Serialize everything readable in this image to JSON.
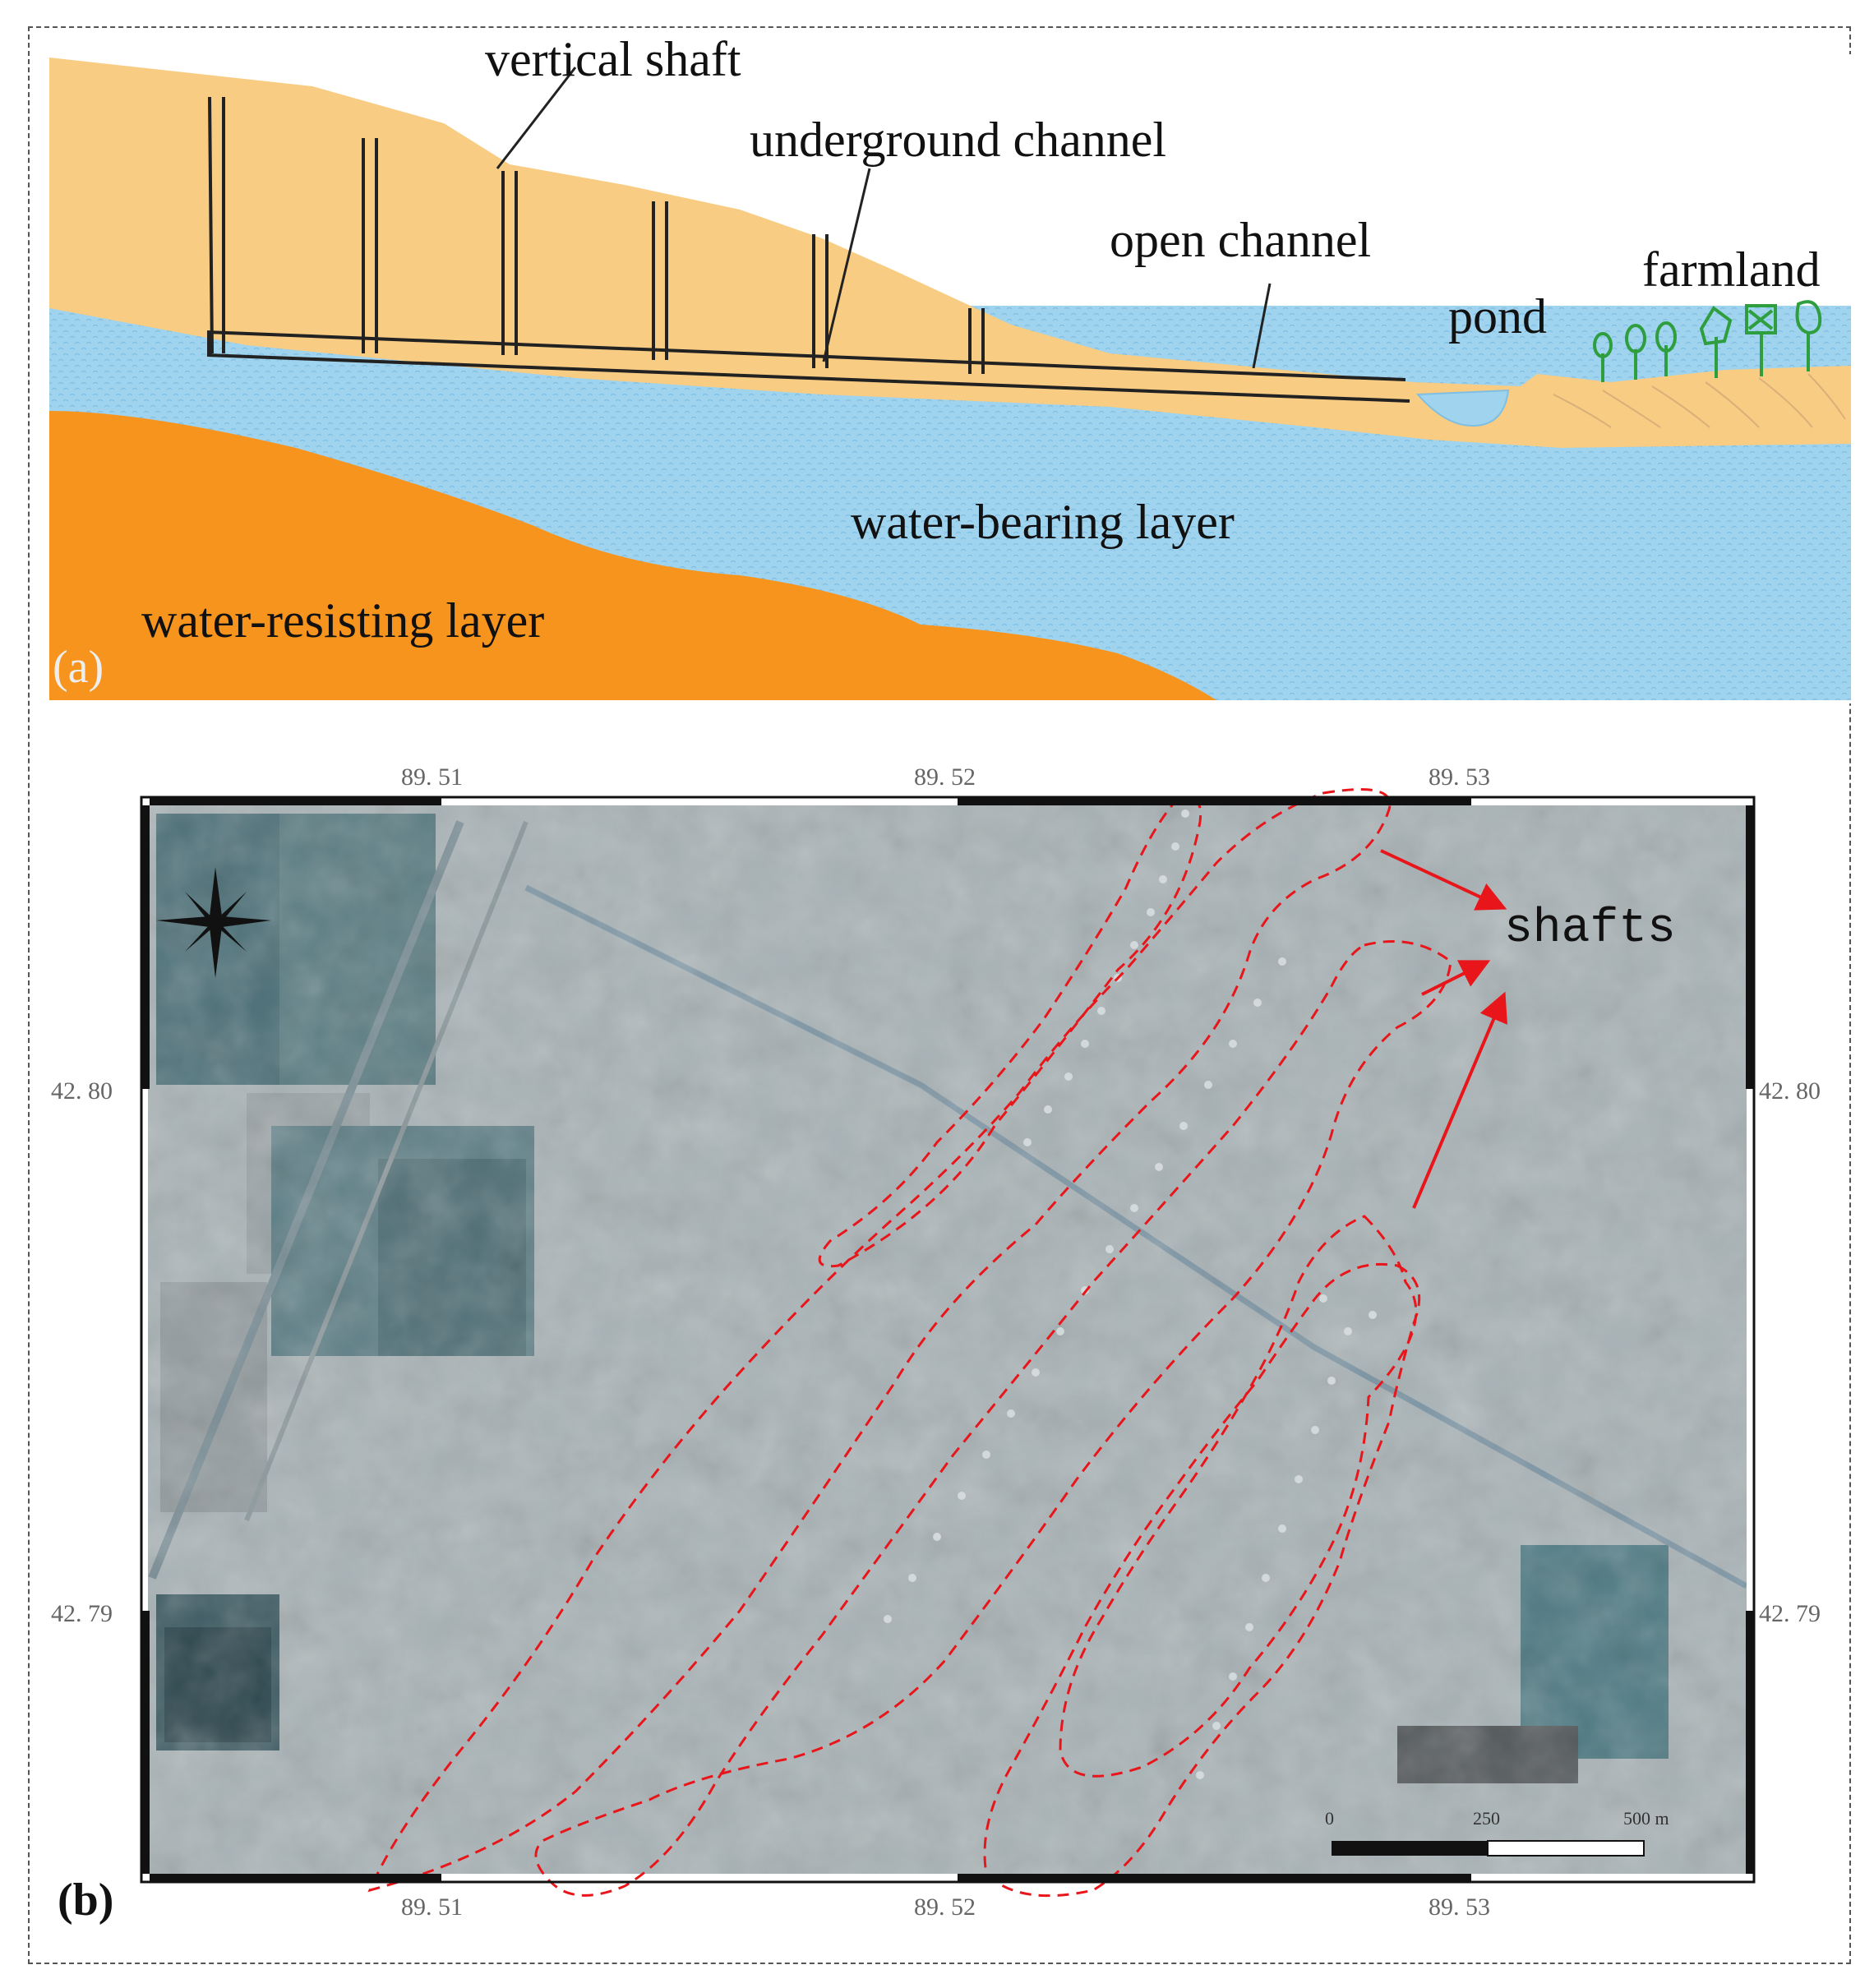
{
  "panel_a": {
    "labels": {
      "vertical_shaft": "vertical shaft",
      "underground_channel": "underground channel",
      "open_channel": "open channel",
      "pond": "pond",
      "farmland": "farmland",
      "water_bearing": "water-bearing layer",
      "water_resisting": "water-resisting layer"
    },
    "panel_label": "(a)",
    "colors": {
      "topsoil": "#f8cc82",
      "aquifer": "#9fd3ee",
      "bedrock": "#f7941d",
      "trees": "#2e9e3f"
    }
  },
  "panel_b": {
    "panel_label": "(b)",
    "annotation": "shafts",
    "lon_ticks": [
      "89. 51",
      "89. 52",
      "89. 53"
    ],
    "lat_ticks": [
      "42. 80",
      "42. 79"
    ],
    "scale_labels": [
      "0",
      "250",
      "500 m"
    ],
    "colors": {
      "outline": "#e8161b",
      "imagery": "#a9b3b6"
    }
  }
}
